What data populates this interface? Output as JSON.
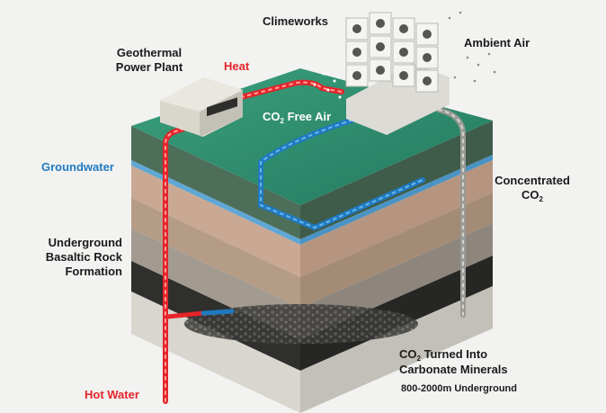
{
  "labels": {
    "climeworks": "Climeworks",
    "ambient_air": "Ambient Air",
    "geothermal_line1": "Geothermal",
    "geothermal_line2": "Power Plant",
    "heat": "Heat",
    "co2_free_air_prefix": "CO",
    "co2_free_air_sub": "2",
    "co2_free_air_suffix": " Free Air",
    "groundwater": "Groundwater",
    "concentrated": "Concentrated",
    "concentrated_co2_prefix": "CO",
    "concentrated_co2_sub": "2",
    "underground_line1": "Underground",
    "underground_line2": "Basaltic Rock",
    "underground_line3": "Formation",
    "turned_prefix": "CO",
    "turned_sub": "2",
    "turned_suffix": " Turned Into",
    "carbonate": "Carbonate Minerals",
    "depth": "800-2000m Underground",
    "hot_water": "Hot Water"
  },
  "colors": {
    "heat_red": "#e5242a",
    "groundwater_blue": "#1f7ac2",
    "co2_gray": "#9a9a95",
    "surface_green": "#2d8a6e",
    "soil_brown": "#bfa38a",
    "basalt_gray": "#9f958b",
    "deep_gray": "#c9c7bf"
  },
  "icons": [
    "geothermal-plant-icon",
    "dac-collector-icon"
  ]
}
